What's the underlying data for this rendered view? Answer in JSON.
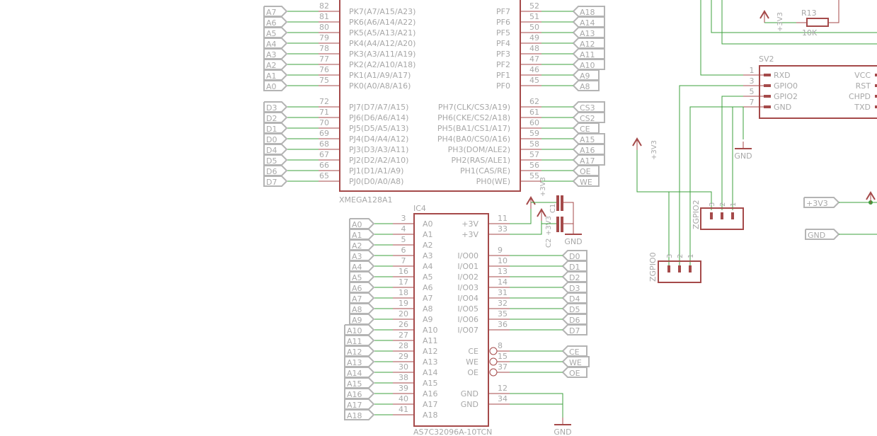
{
  "colors": {
    "part": "#a54a4a",
    "wire": "#3ca03c",
    "label": "#a8a8a8"
  },
  "xmega": {
    "name": "XMEGA128A1",
    "left_pins": [
      {
        "num": "82",
        "name": "PK7(A7/A15/A23)",
        "net": "A7"
      },
      {
        "num": "81",
        "name": "PK6(A6/A14/A22)",
        "net": "A6"
      },
      {
        "num": "80",
        "name": "PK5(A5/A13/A21)",
        "net": "A5"
      },
      {
        "num": "79",
        "name": "PK4(A4/A12/A20)",
        "net": "A4"
      },
      {
        "num": "78",
        "name": "PK3(A3/A11/A19)",
        "net": "A3"
      },
      {
        "num": "77",
        "name": "PK2(A2/A10/A18)",
        "net": "A2"
      },
      {
        "num": "76",
        "name": "PK1(A1/A9/A17)",
        "net": "A1"
      },
      {
        "num": "75",
        "name": "PK0(A0/A8/A16)",
        "net": "A0"
      },
      {
        "num": "72",
        "name": "PJ7(D7/A7/A15)",
        "net": "D3"
      },
      {
        "num": "71",
        "name": "PJ6(D6/A6/A14)",
        "net": "D2"
      },
      {
        "num": "70",
        "name": "PJ5(D5/A5/A13)",
        "net": "D1"
      },
      {
        "num": "69",
        "name": "PJ4(D4/A4/A12)",
        "net": "D0"
      },
      {
        "num": "68",
        "name": "PJ3(D3/A3/A11)",
        "net": "D4"
      },
      {
        "num": "67",
        "name": "PJ2(D2/A2/A10)",
        "net": "D5"
      },
      {
        "num": "66",
        "name": "PJ1(D1/A1/A9)",
        "net": "D6"
      },
      {
        "num": "65",
        "name": "PJ0(D0/A0/A8)",
        "net": "D7"
      }
    ],
    "right_pins": [
      {
        "num": "52",
        "name": "PF7",
        "net": "A18"
      },
      {
        "num": "51",
        "name": "PF6",
        "net": "A14"
      },
      {
        "num": "50",
        "name": "PF5",
        "net": "A13"
      },
      {
        "num": "49",
        "name": "PF4",
        "net": "A12"
      },
      {
        "num": "48",
        "name": "PF3",
        "net": "A11"
      },
      {
        "num": "47",
        "name": "PF2",
        "net": "A10"
      },
      {
        "num": "46",
        "name": "PF1",
        "net": "A9"
      },
      {
        "num": "45",
        "name": "PF0",
        "net": "A8"
      },
      {
        "num": "62",
        "name": "PH7(CLK/CS3/A19)",
        "net": "CS3"
      },
      {
        "num": "61",
        "name": "PH6(CKE/CS2/A18)",
        "net": "CS2"
      },
      {
        "num": "60",
        "name": "PH5(BA1/CS1/A17)",
        "net": "CE"
      },
      {
        "num": "59",
        "name": "PH4(BA0/CS0/A16)",
        "net": "A15"
      },
      {
        "num": "58",
        "name": "PH3(DOM/ALE2)",
        "net": "A16"
      },
      {
        "num": "57",
        "name": "PH2(RAS/ALE1)",
        "net": "A17"
      },
      {
        "num": "56",
        "name": "PH1(CAS/RE)",
        "net": "OE"
      },
      {
        "num": "55",
        "name": "PH0(WE)",
        "net": "WE"
      }
    ]
  },
  "ic4": {
    "ref": "IC4",
    "value": "AS7C32096A-10TCN",
    "left_pins": [
      {
        "num": "3",
        "name": "A0",
        "net": "A0"
      },
      {
        "num": "4",
        "name": "A1",
        "net": "A1"
      },
      {
        "num": "5",
        "name": "A2",
        "net": "A2"
      },
      {
        "num": "6",
        "name": "A3",
        "net": "A3"
      },
      {
        "num": "7",
        "name": "A4",
        "net": "A4"
      },
      {
        "num": "16",
        "name": "A5",
        "net": "A5"
      },
      {
        "num": "17",
        "name": "A6",
        "net": "A6"
      },
      {
        "num": "18",
        "name": "A7",
        "net": "A7"
      },
      {
        "num": "19",
        "name": "A8",
        "net": "A8"
      },
      {
        "num": "20",
        "name": "A9",
        "net": "A9"
      },
      {
        "num": "26",
        "name": "A10",
        "net": "A10"
      },
      {
        "num": "27",
        "name": "A11",
        "net": "A11"
      },
      {
        "num": "28",
        "name": "A12",
        "net": "A12"
      },
      {
        "num": "29",
        "name": "A13",
        "net": "A13"
      },
      {
        "num": "30",
        "name": "A14",
        "net": "A14"
      },
      {
        "num": "38",
        "name": "A15",
        "net": "A15"
      },
      {
        "num": "39",
        "name": "A16",
        "net": "A16"
      },
      {
        "num": "40",
        "name": "A17",
        "net": "A17"
      },
      {
        "num": "41",
        "name": "A18",
        "net": "A18"
      }
    ],
    "right_pins": [
      {
        "num": "11",
        "name": "+3V",
        "net": ""
      },
      {
        "num": "33",
        "name": "+3V",
        "net": ""
      },
      {
        "num": "",
        "name": "",
        "net": ""
      },
      {
        "num": "9",
        "name": "I/O00",
        "net": "D0"
      },
      {
        "num": "10",
        "name": "I/O01",
        "net": "D1"
      },
      {
        "num": "13",
        "name": "I/O02",
        "net": "D2"
      },
      {
        "num": "14",
        "name": "I/O03",
        "net": "D3"
      },
      {
        "num": "31",
        "name": "I/O04",
        "net": "D4"
      },
      {
        "num": "32",
        "name": "I/O05",
        "net": "D5"
      },
      {
        "num": "35",
        "name": "I/O06",
        "net": "D6"
      },
      {
        "num": "36",
        "name": "I/O07",
        "net": "D7"
      },
      {
        "num": "",
        "name": "",
        "net": ""
      },
      {
        "num": "8",
        "name": "CE",
        "net": "CE",
        "inv": true
      },
      {
        "num": "15",
        "name": "WE",
        "net": "WE",
        "inv": true
      },
      {
        "num": "37",
        "name": "OE",
        "net": "OE",
        "inv": true
      },
      {
        "num": "",
        "name": "",
        "net": ""
      },
      {
        "num": "12",
        "name": "GND",
        "net": ""
      },
      {
        "num": "34",
        "name": "GND",
        "net": ""
      }
    ]
  },
  "caps": {
    "c1": "C1",
    "c2": "C2",
    "supply": "+3V3",
    "gnd": "GND"
  },
  "ic4_gnd": "GND",
  "r13": {
    "ref": "R13",
    "value": "10K",
    "supply": "+3V3"
  },
  "sv2": {
    "ref": "SV2",
    "left_pins": [
      {
        "num": "1",
        "name": "RXD"
      },
      {
        "num": "3",
        "name": "GPIO0"
      },
      {
        "num": "5",
        "name": "GPIO2"
      },
      {
        "num": "7",
        "name": "GND"
      }
    ],
    "right_names": [
      "VCC",
      "RST",
      "CHPD",
      "TXD"
    ],
    "gnd": "GND"
  },
  "zgpio2": {
    "ref": "ZGPIO2",
    "pins": [
      "3",
      "2",
      "1"
    ]
  },
  "zgpio0": {
    "ref": "ZGPIO0",
    "pins": [
      "3",
      "2",
      "1"
    ]
  },
  "supply_left": "+3V3",
  "flags_right": {
    "v33": "+3V3",
    "gnd": "GND"
  }
}
